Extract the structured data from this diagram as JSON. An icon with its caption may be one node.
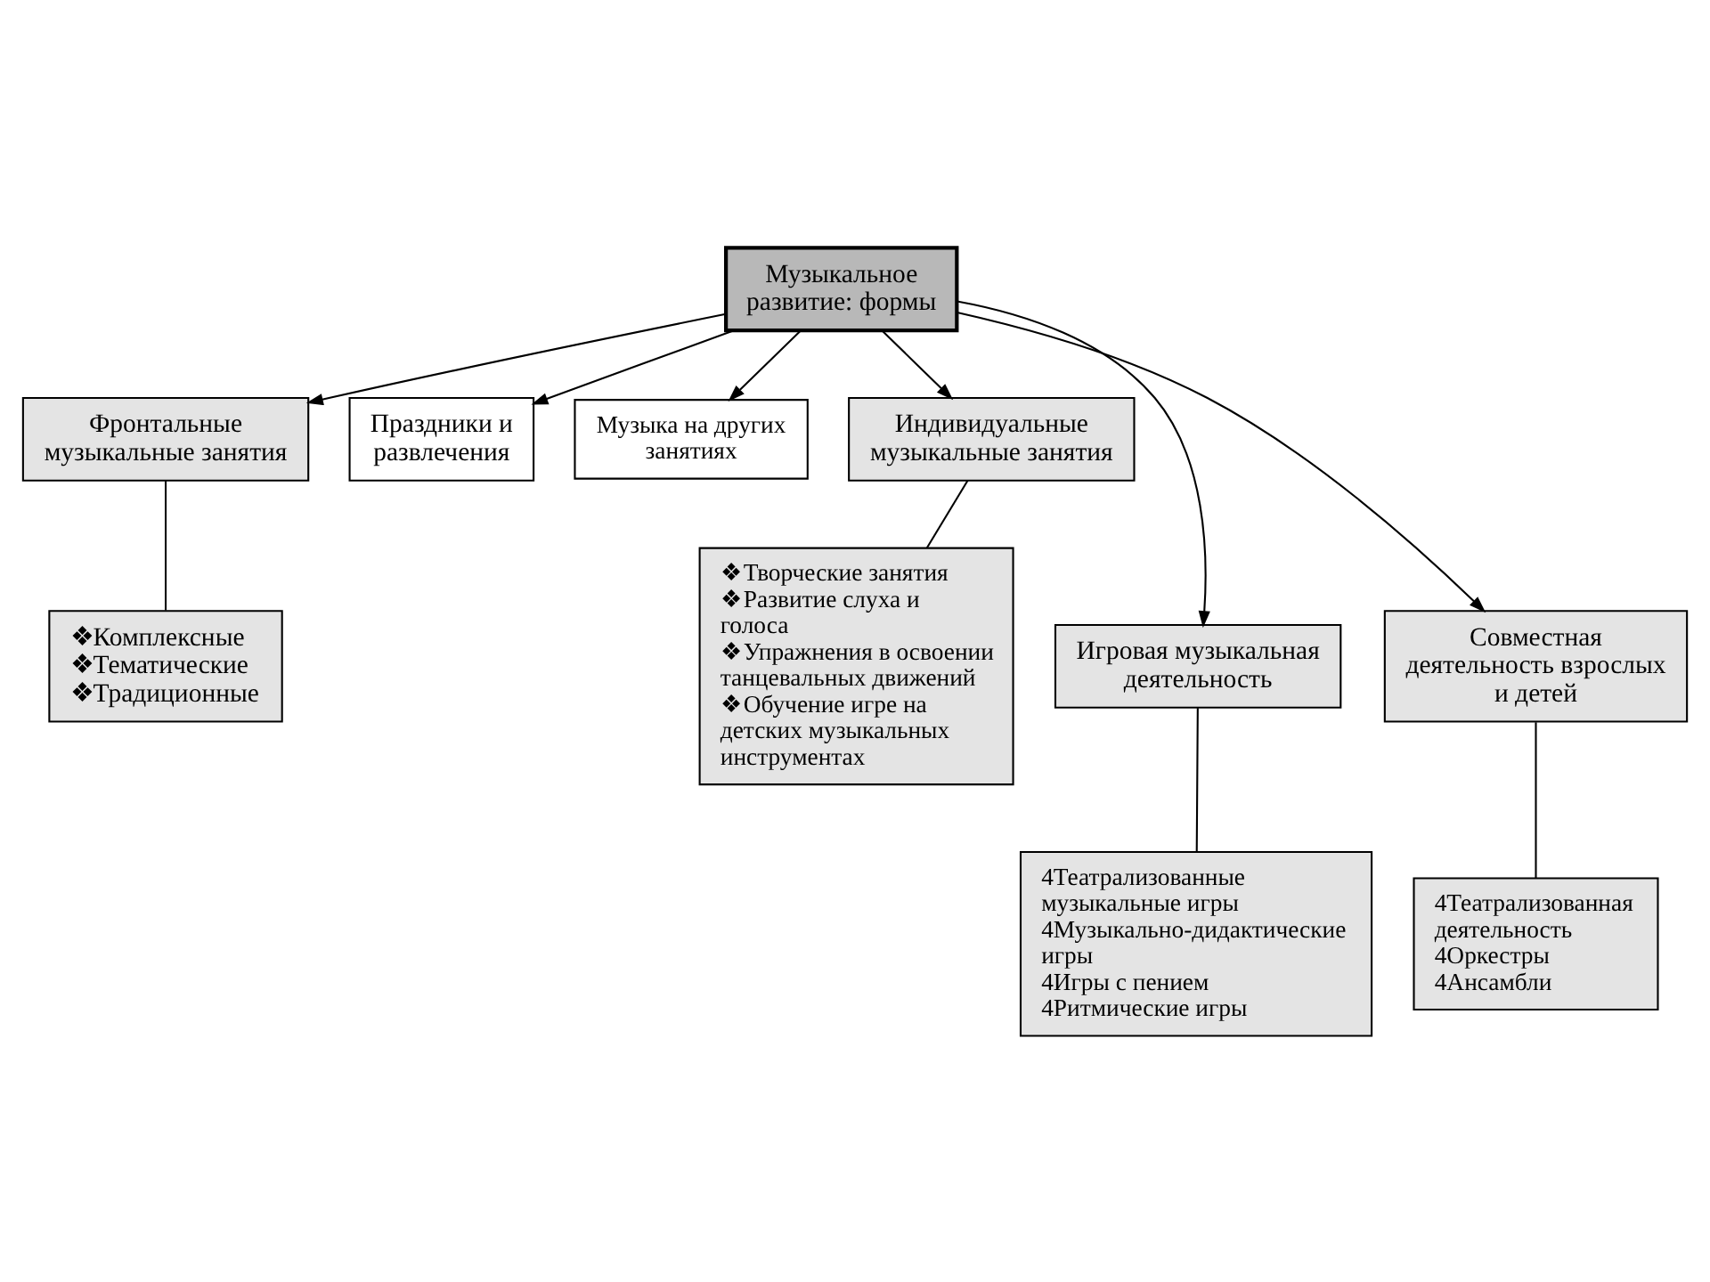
{
  "diagram": {
    "nodes": [
      {
        "text": [
          "Музыкальное развитие: формы"
        ]
      },
      {
        "text": [
          "Фронтальные музыкальные занятия"
        ]
      },
      {
        "text": [
          "Праздники и развлечения"
        ]
      },
      {
        "text": [
          "Музыка на других занятиях"
        ]
      },
      {
        "text": [
          "Индивидуальные музыкальные занятия"
        ]
      },
      {
        "text": [
          "❖Комплексные",
          "❖Тематические",
          "❖Традиционные"
        ]
      },
      {
        "text": [
          "Игровая музыкальная деятельность"
        ]
      },
      {
        "text": [
          "Совместная деятельность взрослых и детей"
        ]
      },
      {
        "text": [
          "❖Творческие занятия",
          "❖Развитие слуха и голоса",
          "❖Упражнения в освоении танцевальных движений",
          "❖Обучение игре на детских музыкальных инструментах"
        ]
      },
      {
        "text": [
          "4Театрализованные музыкальные игры",
          "4Музыкально-дидактические игры",
          "4Игры с пением",
          "4Ритмические игры"
        ]
      },
      {
        "text": [
          "4Театрализованная деятельность",
          "4Оркестры",
          "4Ансамбли"
        ]
      }
    ],
    "edges": [
      {
        "from": 0,
        "to": 1,
        "arrow": "to"
      },
      {
        "from": 0,
        "to": 2,
        "arrow": "to"
      },
      {
        "from": 0,
        "to": 6,
        "arrow": "to"
      },
      {
        "from": 0,
        "to": 7,
        "arrow": "to"
      },
      {
        "from": 0,
        "to": 3,
        "arrow": "to"
      },
      {
        "from": 0,
        "to": 4,
        "arrow": "to"
      },
      {
        "from": 1,
        "to": 5,
        "arrow": "none"
      },
      {
        "from": 4,
        "to": 8,
        "arrow": "none"
      },
      {
        "from": 6,
        "to": 9,
        "arrow": "none"
      },
      {
        "from": 7,
        "to": 10,
        "arrow": "none"
      }
    ]
  }
}
